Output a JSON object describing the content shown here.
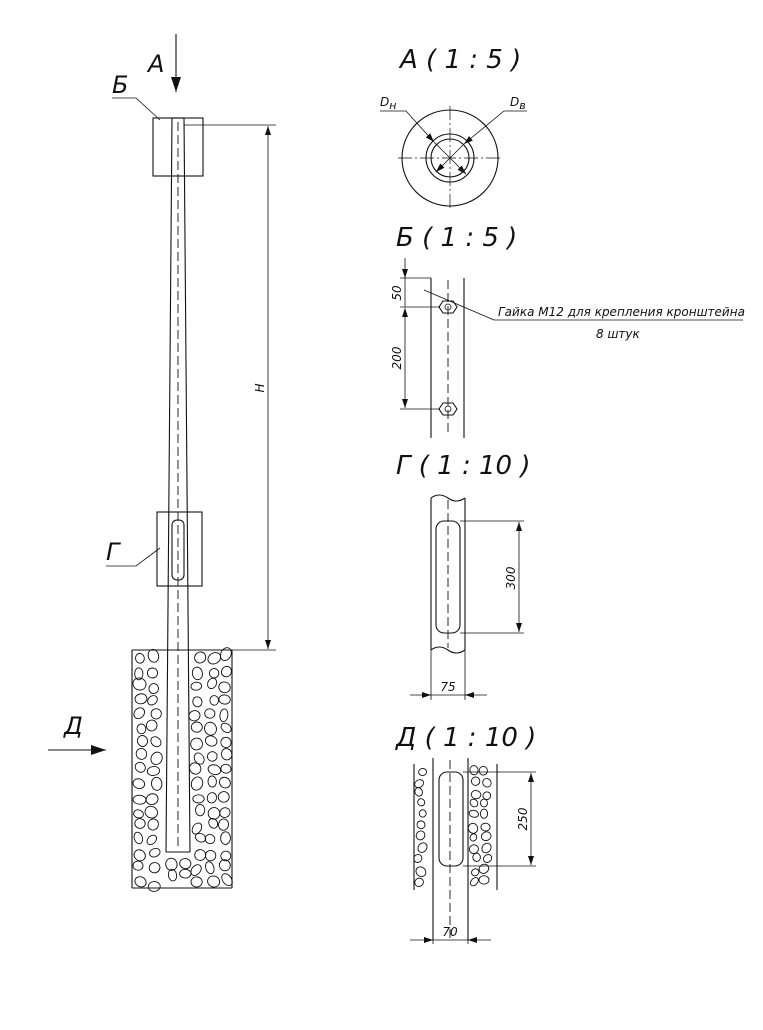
{
  "titles": {
    "view_a": "А ( 1 : 5 )",
    "view_b": "Б ( 1 : 5 )",
    "view_g": "Г ( 1 : 10 )",
    "view_d": "Д ( 1 : 10 )"
  },
  "callouts": {
    "a": "А",
    "b": "Б",
    "g": "Г",
    "d": "Д"
  },
  "dimensions": {
    "height": "Н",
    "b_top": "50",
    "b_spacing": "200",
    "g_slot": "300",
    "g_width": "75",
    "d_slot": "250",
    "d_width": "70"
  },
  "section_a": {
    "outer_diameter_main": "D",
    "outer_diameter_sub": "н",
    "inner_diameter_main": "D",
    "inner_diameter_sub": "в"
  },
  "note": {
    "line1": "Гайка М12 для крепления кронштейна",
    "line2": "8 штук"
  }
}
